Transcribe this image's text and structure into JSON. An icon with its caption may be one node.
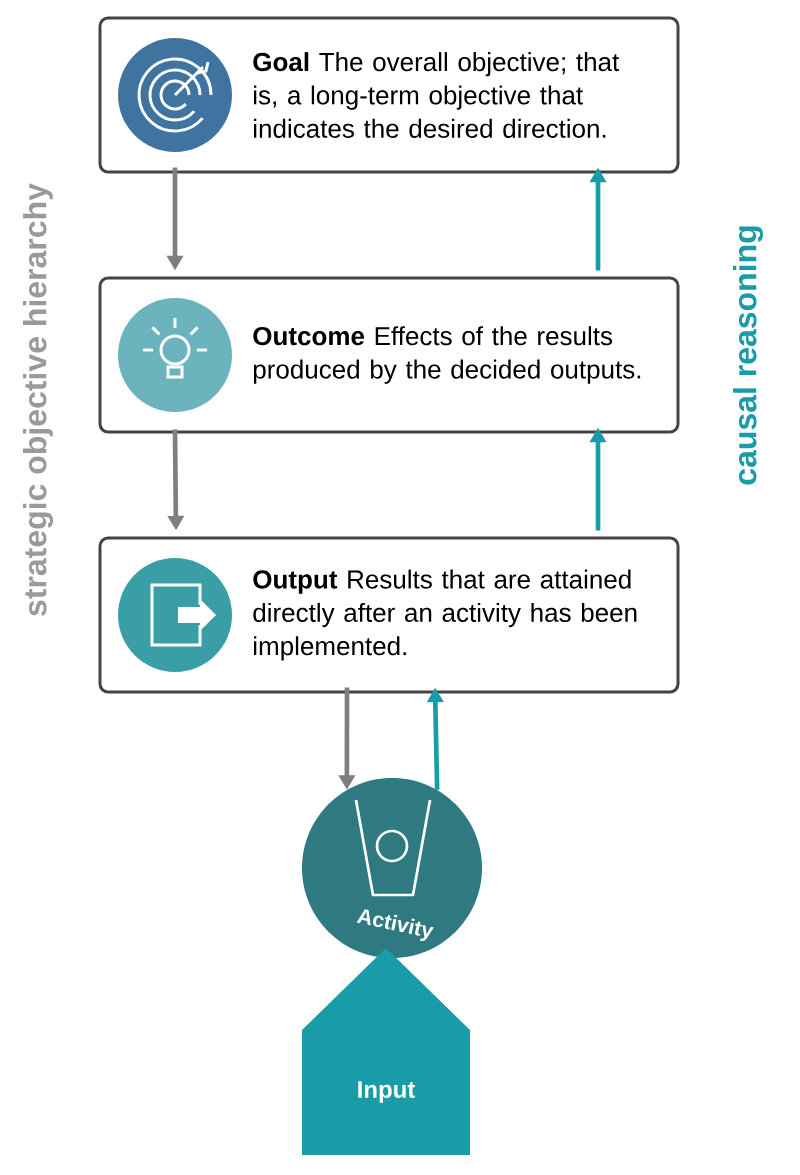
{
  "diagram": {
    "nodes": [
      {
        "text": [
          "**Goal** The overall objective; that is, a long-term objective that indicates the desired direction."
        ]
      },
      {
        "text": [
          "**Outcome** Effects of the results produced by the decided outputs."
        ]
      },
      {
        "text": [
          "**Output** Results that are attained directly after an activity has been implemented."
        ]
      },
      {
        "text": [
          "Activity"
        ]
      },
      {
        "text": [
          "Input"
        ]
      }
    ],
    "edges": [
      {
        "from": 0,
        "to": 1,
        "arrow": "to"
      },
      {
        "from": 1,
        "to": 2,
        "arrow": "to"
      },
      {
        "from": 2,
        "to": 3,
        "arrow": "to"
      },
      {
        "from": 3,
        "to": 2,
        "arrow": "to",
        "color": "#1a9ba8"
      },
      {
        "from": 2,
        "to": 1,
        "arrow": "to",
        "color": "#1a9ba8"
      },
      {
        "from": 1,
        "to": 0,
        "arrow": "to",
        "color": "#1a9ba8"
      }
    ],
    "labels": [
      "strategic objective hierarchy",
      "causal reasoning"
    ]
  }
}
